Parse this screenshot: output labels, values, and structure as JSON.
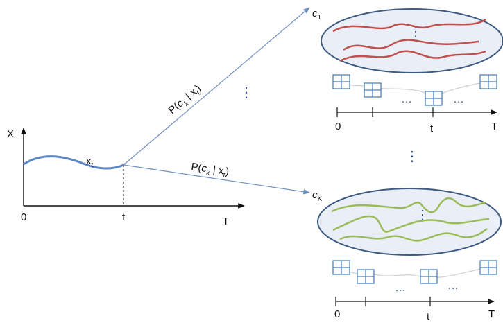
{
  "left_plot": {
    "y_axis_label": "X",
    "x_origin_label": "0",
    "x_time_label": "t",
    "x_end_label": "T",
    "curve_label_base": "x",
    "curve_label_sub": "t"
  },
  "transitions": {
    "upper": {
      "prefix": "P(",
      "c": "c",
      "c_sub": "1",
      "bar": " | ",
      "x": "x",
      "x_sub": "t",
      "suffix": ")"
    },
    "lower": {
      "prefix": "P(",
      "c": "c",
      "c_sub": "k",
      "bar": " | ",
      "x": "x",
      "x_sub": "t",
      "suffix": ")"
    },
    "between_dots": "⋮"
  },
  "clusters": {
    "top": {
      "name": "c",
      "sub": "1",
      "inner_dots": "⋮",
      "series_color": "#c0504d"
    },
    "bottom": {
      "name": "c",
      "sub": "K",
      "inner_dots": "⋮",
      "series_color": "#9bbb59"
    },
    "between_dots": "⋮",
    "ellipse_fill": "#e9eef7",
    "ellipse_stroke": "#3d5a80"
  },
  "timelines": {
    "top": {
      "start": "0",
      "mid": "t",
      "end": "T",
      "ellipsis_a": "…",
      "ellipsis_b": "…"
    },
    "bottom": {
      "start": "0",
      "mid": "t",
      "end": "T",
      "ellipsis_a": "…",
      "ellipsis_b": "…"
    }
  },
  "colors": {
    "curve": "#5b87c5",
    "arrow": "#6f8fbf",
    "axis": "#111111",
    "grid_icon": "#4f81bd"
  }
}
